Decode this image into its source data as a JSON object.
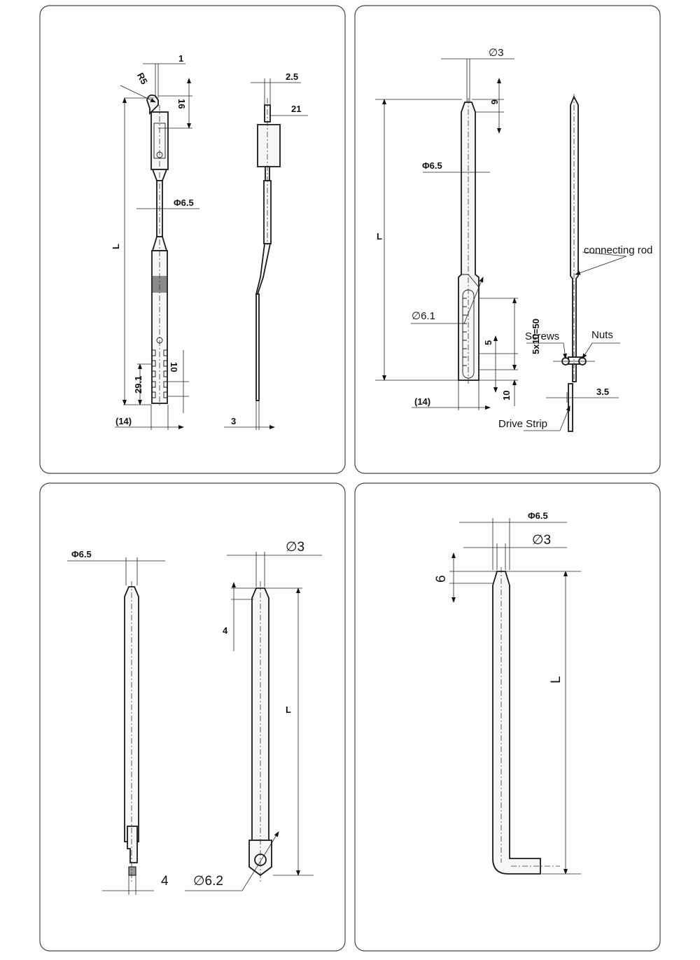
{
  "panels": [
    {
      "id": "panel-1",
      "dims": {
        "one": "1",
        "r5": "R5",
        "sixteen": "16",
        "l": "L",
        "phi65": "Φ6.5",
        "twentynine": "29.1",
        "ten": "10",
        "fourteen": "(14)",
        "two5": "2.5",
        "twentyone": "21",
        "three": "3"
      }
    },
    {
      "id": "panel-2",
      "dims": {
        "phi3": "∅3",
        "six": "6",
        "phi65": "Φ6.5",
        "l": "L",
        "phi61": "∅6.1",
        "five": "5",
        "fivex10": "5x10=50",
        "ten": "10",
        "fourteen": "(14)",
        "three5": "3.5"
      },
      "callouts": {
        "connecting_rod": "connecting rod",
        "screws": "Screws",
        "nuts": "Nuts",
        "drive_strip": "Drive Strip"
      }
    },
    {
      "id": "panel-3",
      "dims": {
        "phi65": "Φ6.5",
        "phi3": "∅3",
        "four_top": "4",
        "l": "L",
        "four_bottom": "4",
        "phi62": "∅6.2"
      }
    },
    {
      "id": "panel-4",
      "dims": {
        "phi65": "Φ6.5",
        "phi3": "∅3",
        "six": "6",
        "l": "L"
      }
    }
  ]
}
